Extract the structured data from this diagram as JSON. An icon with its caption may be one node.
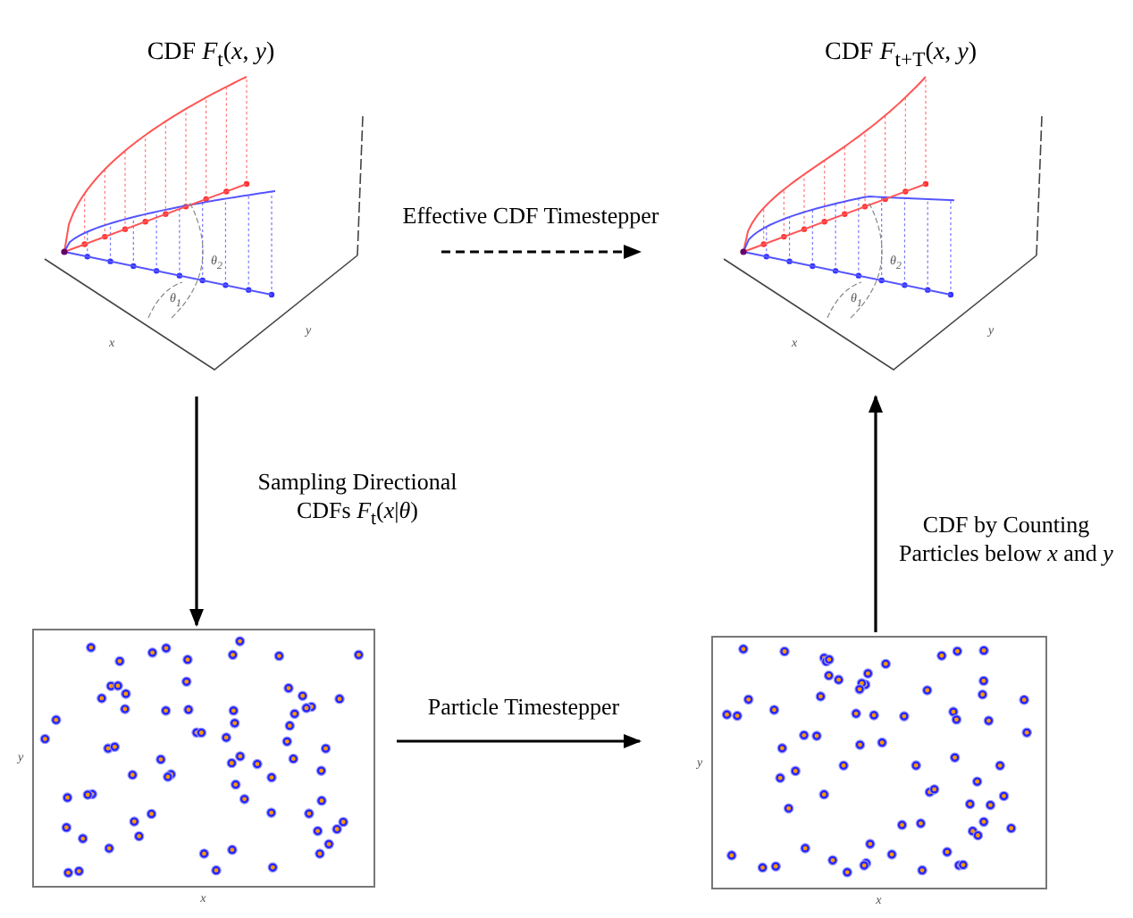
{
  "diagram": {
    "nodes": [
      {
        "text": [
          "CDF *F*$_{t}$(*x*, *y*)"
        ]
      },
      {
        "text": [
          "CDF *F*$_{t+T}$(*x*, *y*)"
        ]
      },
      {
        "text": [],
        "shape": "picture",
        "beside": [
          "y",
          "x"
        ]
      },
      {
        "text": [],
        "shape": "picture",
        "beside": [
          "y",
          "x"
        ]
      }
    ],
    "edges": [
      {
        "from": 0,
        "to": 1,
        "arrow": "to",
        "label": "Effective CDF Timestepper",
        "style": "dashed"
      },
      {
        "from": 0,
        "to": 2,
        "arrow": "to",
        "label": "Sampling Directional CDFs *F*$_{t}$(*x*|*θ*)"
      },
      {
        "from": 2,
        "to": 3,
        "arrow": "to",
        "label": "Particle Timestepper"
      },
      {
        "from": 3,
        "to": 1,
        "arrow": "to",
        "label": "CDF by Counting Particles below *x* and *y*"
      }
    ],
    "labels": [
      "θ$_{2}$",
      "θ$_{1}$",
      "x",
      "y",
      "θ$_{2}$",
      "θ$_{1}$",
      "x",
      "y"
    ]
  }
}
